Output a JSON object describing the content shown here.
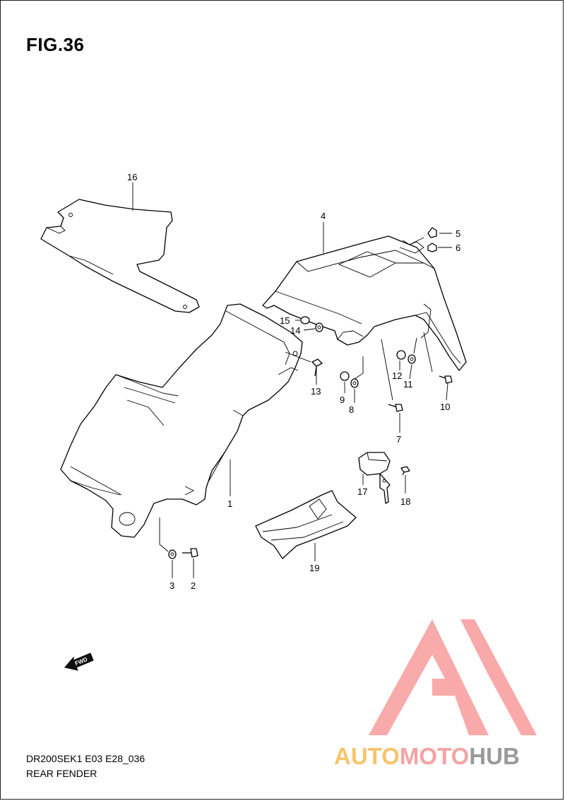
{
  "figure": {
    "title": "FIG.36"
  },
  "footer": {
    "model_code": "DR200SEK1 E03 E28_036",
    "section_name": "REAR FENDER"
  },
  "watermark": {
    "part1": "AUTO",
    "part2": "MOTO",
    "part3": "HUB",
    "colors": {
      "auto": "#f6c46a",
      "moto": "#f4a3a3",
      "hub": "#9a9a9a",
      "logo": "#f89b9b"
    }
  },
  "direction_badge": {
    "label": "FWD"
  },
  "callouts": [
    "1",
    "2",
    "3",
    "4",
    "5",
    "6",
    "7",
    "8",
    "9",
    "10",
    "11",
    "12",
    "13",
    "14",
    "15",
    "16",
    "17",
    "18",
    "19"
  ]
}
